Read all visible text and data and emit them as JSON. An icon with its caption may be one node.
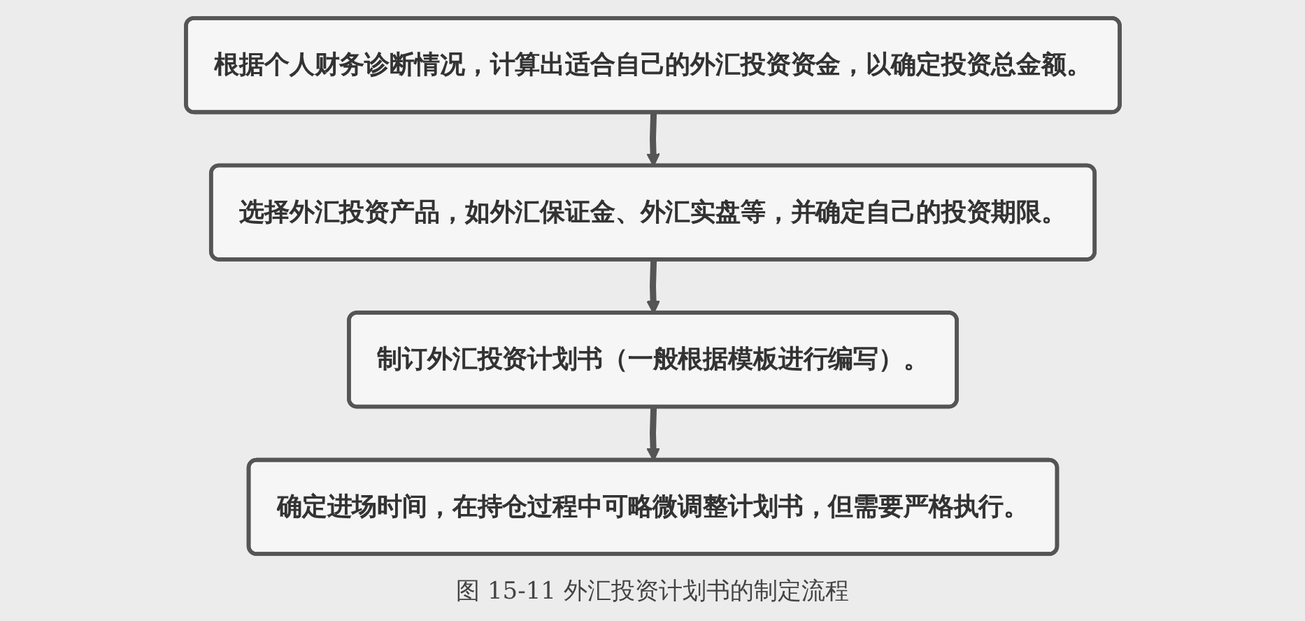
{
  "diagram": {
    "nodes": [
      {
        "text": [
          "根据个人财务诊断情况，计算出适合自己的外汇投资资金，以确定投资总金额。"
        ]
      },
      {
        "text": [
          "选择外汇投资产品，如外汇保证金、外汇实盘等，并确定自己的投资期限。"
        ]
      },
      {
        "text": [
          "制订外汇投资计划书（一般根据模板进行编写）。"
        ]
      },
      {
        "text": [
          "确定进场时间，在持仓过程中可略微调整计划书，但需要严格执行。"
        ]
      }
    ],
    "edges": [
      {
        "from": 0,
        "to": 1,
        "arrow": "to"
      },
      {
        "from": 1,
        "to": 2,
        "arrow": "to"
      },
      {
        "from": 2,
        "to": 3,
        "arrow": "to"
      }
    ],
    "caption": "图 15-11 外汇投资计划书的制定流程"
  }
}
